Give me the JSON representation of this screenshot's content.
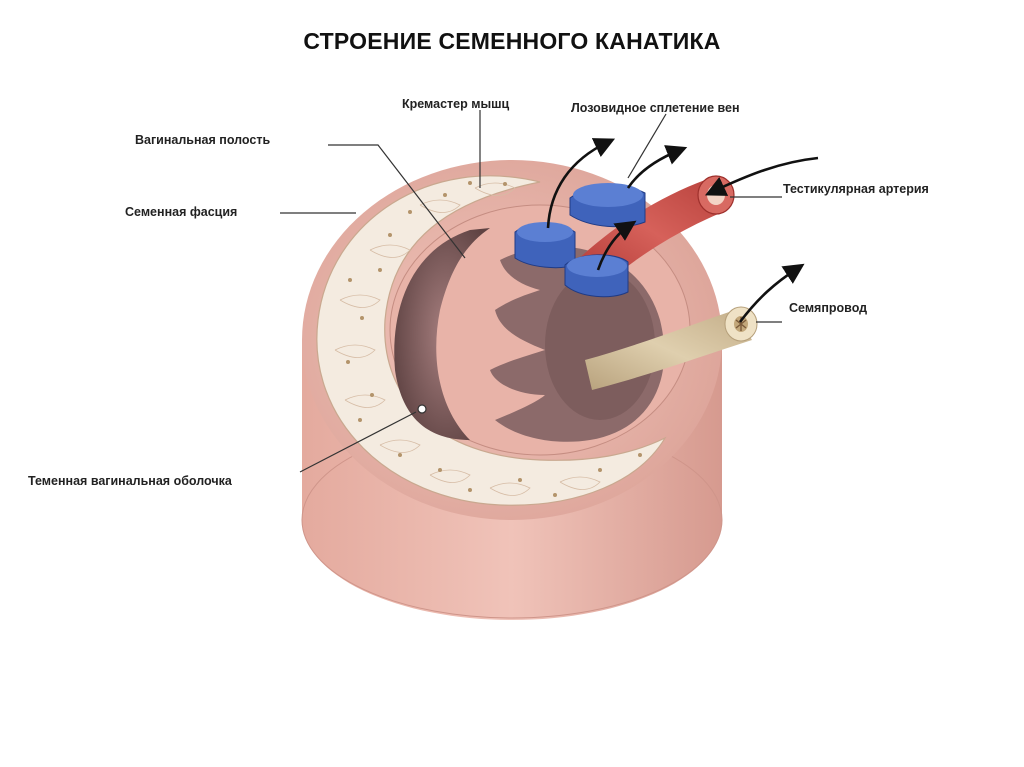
{
  "title": "СТРОЕНИЕ СЕМЕННОГО КАНАТИКА",
  "labels": {
    "cremaster": "Кремастер мышц",
    "pampiniform": "Лозовидное сплетение вен",
    "vaginal_cavity": "Вагинальная полость",
    "spermatic_fascia": "Семенная фасция",
    "testicular_artery": "Тестикулярная артерия",
    "vas_deferens": "Семяпровод",
    "parietal_tunica": "Теменная вагинальная оболочка"
  },
  "colors": {
    "outer_tissue": "#e6aea3",
    "inner_cavity": "#7d5d5d",
    "fascia_band": "#f4ebe0",
    "vein": "#3f63bb",
    "artery": "#c64d46",
    "vas_deferens": "#d2be9a"
  }
}
